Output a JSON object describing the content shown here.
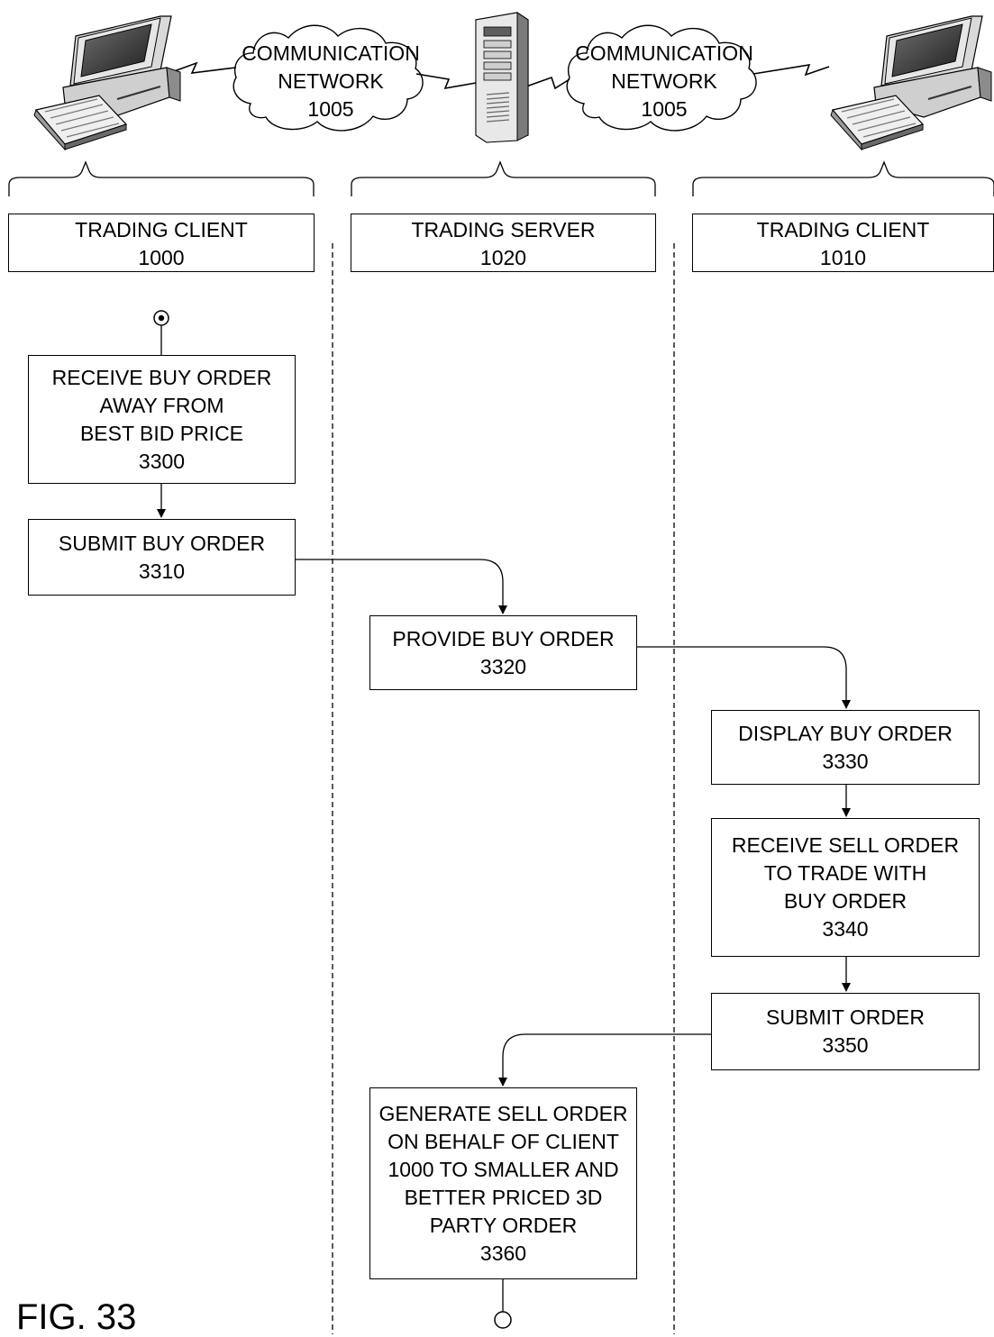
{
  "networks": [
    {
      "lines": [
        "COMMUNICATION",
        "NETWORK",
        "1005"
      ]
    },
    {
      "lines": [
        "COMMUNICATION",
        "NETWORK",
        "1005"
      ]
    }
  ],
  "lanes": [
    {
      "title": "TRADING CLIENT",
      "id": "1000"
    },
    {
      "title": "TRADING SERVER",
      "id": "1020"
    },
    {
      "title": "TRADING CLIENT",
      "id": "1010"
    }
  ],
  "steps": {
    "s3300": {
      "lines": [
        "RECEIVE BUY ORDER",
        "AWAY FROM",
        "BEST BID PRICE",
        "3300"
      ]
    },
    "s3310": {
      "lines": [
        "SUBMIT BUY ORDER",
        "3310"
      ]
    },
    "s3320": {
      "lines": [
        "PROVIDE BUY ORDER",
        "3320"
      ]
    },
    "s3330": {
      "lines": [
        "DISPLAY BUY ORDER",
        "3330"
      ]
    },
    "s3340": {
      "lines": [
        "RECEIVE SELL ORDER",
        "TO TRADE WITH",
        "BUY ORDER",
        "3340"
      ]
    },
    "s3350": {
      "lines": [
        "SUBMIT ORDER",
        "3350"
      ]
    },
    "s3360": {
      "lines": [
        "GENERATE SELL ORDER",
        "ON BEHALF OF CLIENT",
        "1000 TO SMALLER AND",
        "BETTER PRICED 3D",
        "PARTY ORDER",
        "3360"
      ]
    }
  },
  "figure_label": "FIG. 33"
}
